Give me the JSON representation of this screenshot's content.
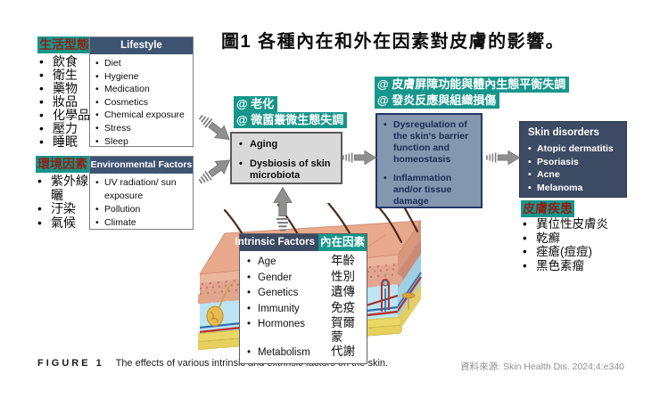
{
  "title": "圖1 各種內在和外在因素對皮膚的影響。",
  "colors": {
    "teal_highlight": "#17968b",
    "tag_red_text": "#8c2318",
    "panel_header_navy": "#3e5472",
    "dark_panel_navy": "#3d4a63",
    "dysregulation_fill": "#8496b0",
    "dysregulation_border": "#1f3864",
    "aging_box_gray": "#d9d9d9",
    "arrow_gray": "#8f8f8f"
  },
  "lifestyle": {
    "tag": "生活型態",
    "zh_items": [
      "飲食",
      "衛生",
      "藥物",
      "妝品",
      "化學品",
      "壓力",
      "睡眠"
    ],
    "box_title": "Lifestyle",
    "items": [
      "Diet",
      "Hygiene",
      "Medication",
      "Cosmetics",
      "Chemical exposure",
      "Stress",
      "Sleep"
    ]
  },
  "environment": {
    "tag": "環境因素",
    "zh_items": [
      "紫外線曝曬",
      "汙染",
      "氣候"
    ],
    "box_title": "Environmental Factors",
    "items": [
      "UV radiation/ sun exposure",
      "Pollution",
      "Climate"
    ]
  },
  "aging": {
    "tags": [
      "@ 老化",
      "@ 微菌叢微生態失調"
    ],
    "items": [
      "Aging",
      "Dysbiosis of skin microbiota"
    ]
  },
  "dysregulation": {
    "tags": [
      "@ 皮膚屏障功能與體內生態平衡失調",
      "@ 發炎反應與組織損傷"
    ],
    "items": [
      "Dysregulation of the skin's barrier function and homeostasis",
      "Inflammation and/or tissue damage"
    ]
  },
  "disorders": {
    "box_title": "Skin disorders",
    "items": [
      "Atopic dermatitis",
      "Psoriasis",
      "Acne",
      "Melanoma"
    ],
    "tag": "皮膚疾患",
    "zh_items": [
      "異位性皮膚炎",
      "乾癬",
      "痤瘡(痘痘)",
      "黑色素瘤"
    ]
  },
  "intrinsic": {
    "box_title_en": "Intrinsic Factors",
    "box_title_zh": "內在因素",
    "rows": [
      {
        "en": "Age",
        "zh": "年齡"
      },
      {
        "en": "Gender",
        "zh": "性別"
      },
      {
        "en": "Genetics",
        "zh": "遺傳"
      },
      {
        "en": "Immunity",
        "zh": "免疫"
      },
      {
        "en": "Hormones",
        "zh": "賀爾蒙"
      },
      {
        "en": "Metabolism",
        "zh": "代謝"
      }
    ]
  },
  "caption": {
    "label": "FIGURE 1",
    "text": "The effects of various intrinsic and extrinsic factors on the skin."
  },
  "source": "資料來源: Skin Health Dis. 2024;4:e340"
}
